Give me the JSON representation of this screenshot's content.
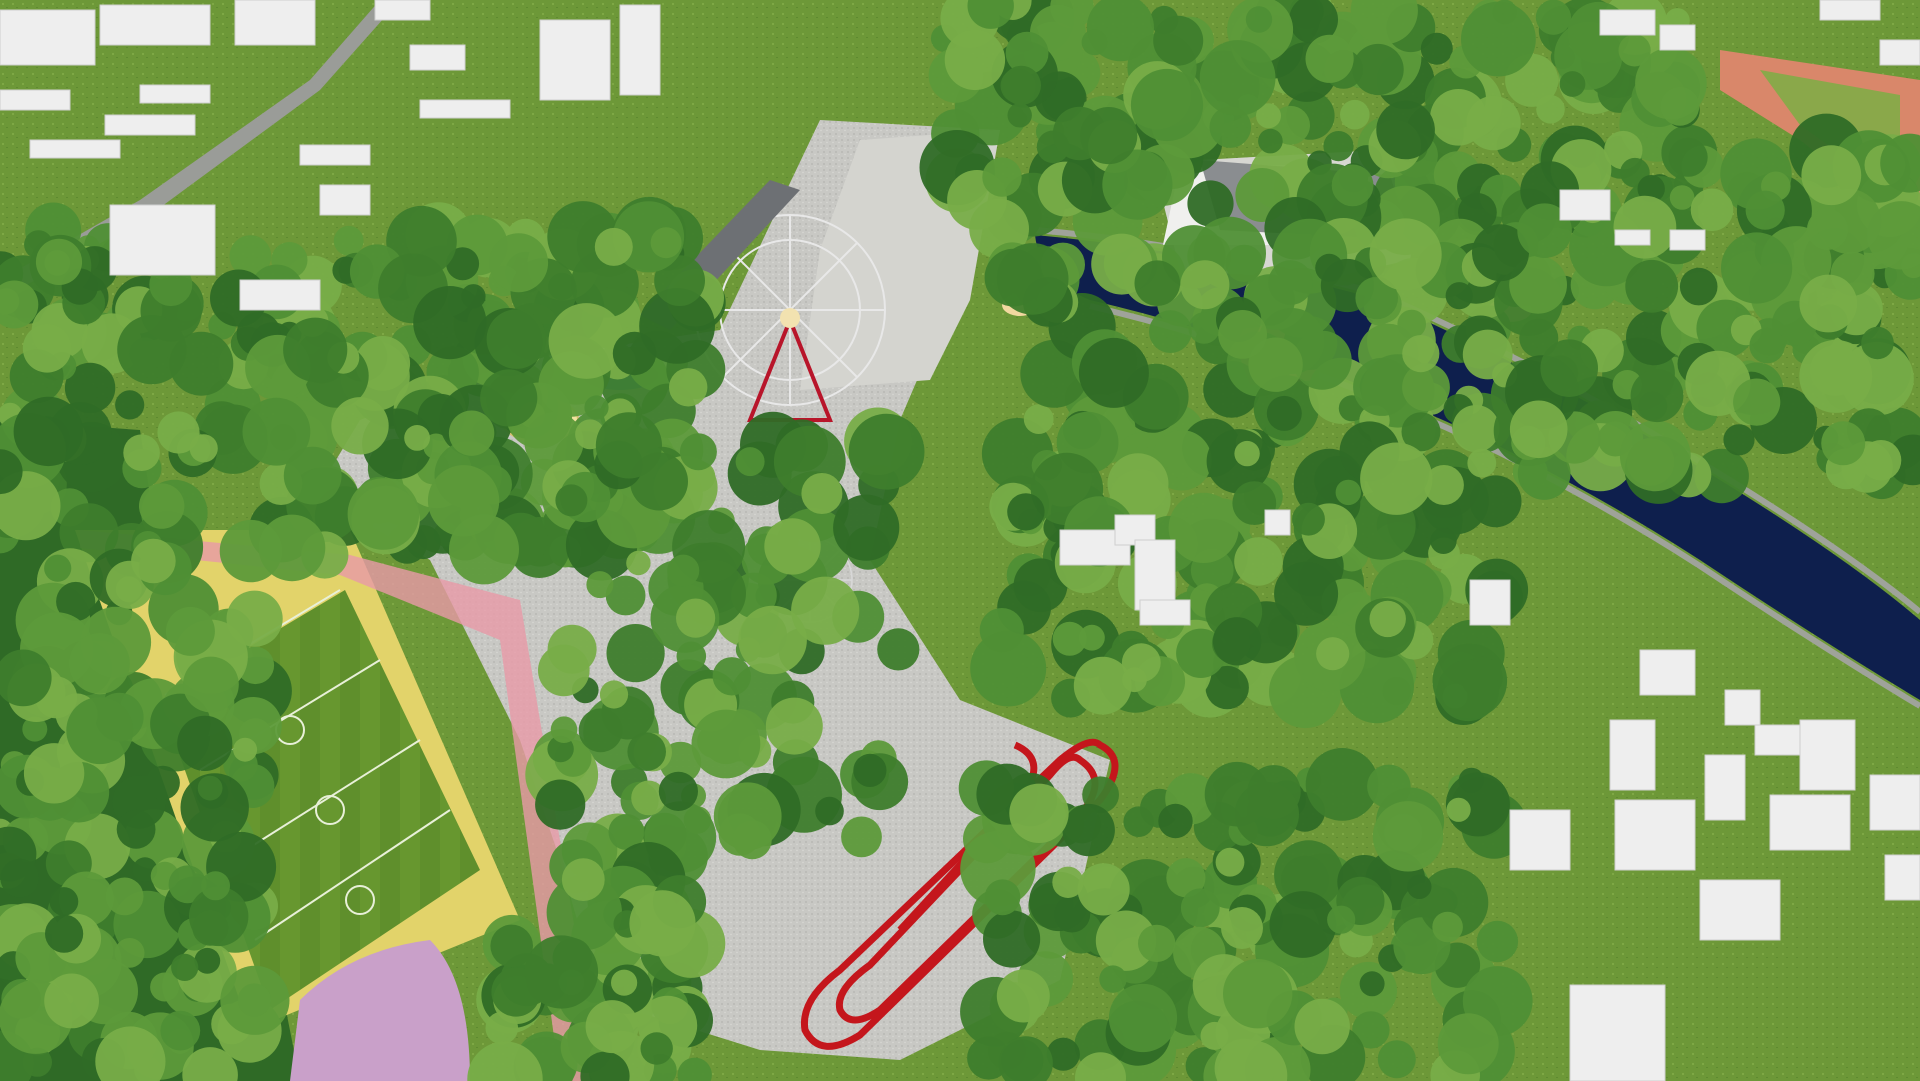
{
  "scene": {
    "kind": "aerial-3d-render",
    "subject": "amusement-park-masterplan",
    "features": [
      "ferris-wheel",
      "roller-coaster",
      "football-fields",
      "canal",
      "pavilion",
      "running-track",
      "carousels",
      "trees",
      "white-massing-buildings"
    ],
    "colors": {
      "grass": "#6f9a3a",
      "grass_light": "#8bb04c",
      "tree_dark": "#2f6b26",
      "tree_mid": "#4f8f35",
      "tree_light": "#78ad48",
      "paving": "#c9c9c5",
      "canal": "#0e1f4d",
      "coaster": "#c4161c",
      "field": "#5c8b2d",
      "track": "#d9876a",
      "building": "#eeeeee",
      "roof": "#8a8d90"
    }
  }
}
